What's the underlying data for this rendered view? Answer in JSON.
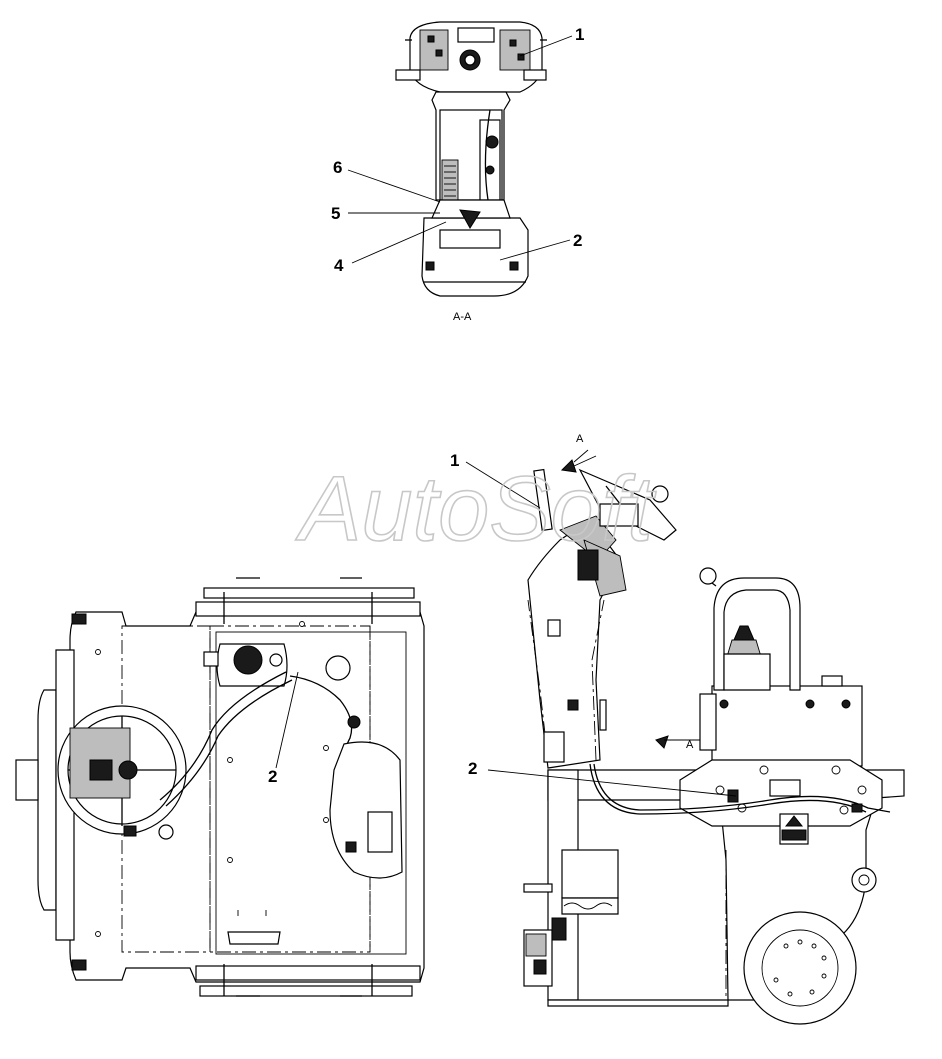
{
  "watermark": "AutoSoft",
  "section_label": "A-A",
  "section_arrows": {
    "top": "A",
    "bottom": "A"
  },
  "callouts": {
    "top_1": "1",
    "top_6": "6",
    "top_5": "5",
    "top_4": "4",
    "top_2": "2",
    "side_1": "1",
    "plan_2": "2",
    "side_2": "2"
  }
}
